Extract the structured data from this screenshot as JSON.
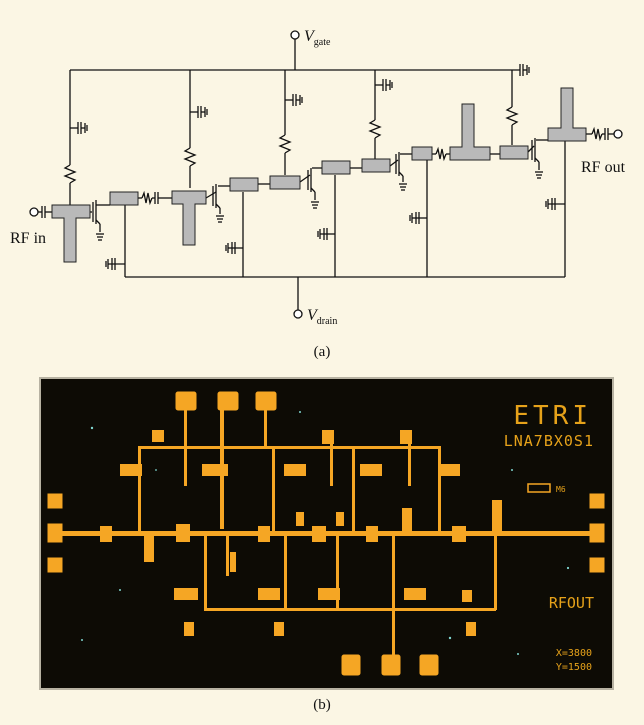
{
  "circuit": {
    "vgate": {
      "symbol": "V",
      "sub": "gate"
    },
    "vdrain": {
      "symbol": "V",
      "sub": "drain"
    },
    "rf_in": "RF in",
    "rf_out": "RF out",
    "caption": "(a)"
  },
  "photo": {
    "logo": "ETRI",
    "part": "LNA7BX0S1",
    "marker": "M6",
    "rf_out": "RFOUT",
    "coord_x": "X=3800",
    "coord_y": "Y=1500",
    "caption": "(b)"
  },
  "colors": {
    "background": "#fbf6e4",
    "block": "#b9b9b9",
    "chip_bg": "#0d0b05",
    "metal": "#f5a624"
  }
}
